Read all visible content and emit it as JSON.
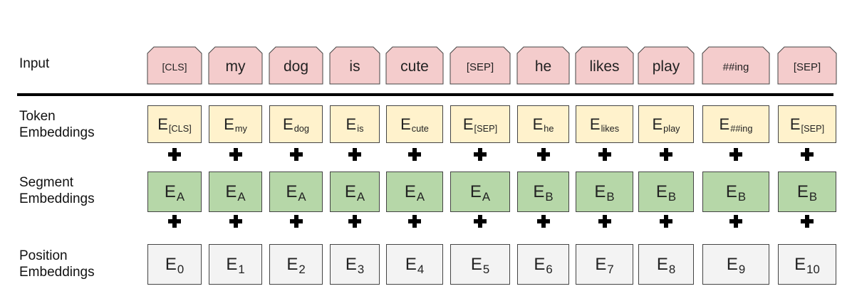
{
  "labels": {
    "input": "Input",
    "token": [
      "Token",
      "Embeddings"
    ],
    "segment": [
      "Segment",
      "Embeddings"
    ],
    "position": [
      "Position",
      "Embeddings"
    ]
  },
  "tokens": [
    {
      "input": "[CLS]",
      "token": [
        "E",
        "[CLS]"
      ],
      "segment": [
        "E",
        "A"
      ],
      "position": [
        "E",
        "0"
      ]
    },
    {
      "input": "my",
      "token": [
        "E",
        "my"
      ],
      "segment": [
        "E",
        "A"
      ],
      "position": [
        "E",
        "1"
      ]
    },
    {
      "input": "dog",
      "token": [
        "E",
        "dog"
      ],
      "segment": [
        "E",
        "A"
      ],
      "position": [
        "E",
        "2"
      ]
    },
    {
      "input": "is",
      "token": [
        "E",
        "is"
      ],
      "segment": [
        "E",
        "A"
      ],
      "position": [
        "E",
        "3"
      ]
    },
    {
      "input": "cute",
      "token": [
        "E",
        "cute"
      ],
      "segment": [
        "E",
        "A"
      ],
      "position": [
        "E",
        "4"
      ]
    },
    {
      "input": "[SEP]",
      "token": [
        "E",
        "[SEP]"
      ],
      "segment": [
        "E",
        "A"
      ],
      "position": [
        "E",
        "5"
      ]
    },
    {
      "input": "he",
      "token": [
        "E",
        "he"
      ],
      "segment": [
        "E",
        "B"
      ],
      "position": [
        "E",
        "6"
      ]
    },
    {
      "input": "likes",
      "token": [
        "E",
        "likes"
      ],
      "segment": [
        "E",
        "B"
      ],
      "position": [
        "E",
        "7"
      ]
    },
    {
      "input": "play",
      "token": [
        "E",
        "play"
      ],
      "segment": [
        "E",
        "B"
      ],
      "position": [
        "E",
        "8"
      ]
    },
    {
      "input": "##ing",
      "token": [
        "E",
        "##ing"
      ],
      "segment": [
        "E",
        "B"
      ],
      "position": [
        "E",
        "9"
      ]
    },
    {
      "input": "[SEP]",
      "token": [
        "E",
        "[SEP]"
      ],
      "segment": [
        "E",
        "B"
      ],
      "position": [
        "E",
        "10"
      ]
    }
  ],
  "operator": "+",
  "colors": {
    "input": "#f4cccc",
    "token": "#fff2cc",
    "segment": "#b6d7a8",
    "position": "#f3f3f3"
  }
}
